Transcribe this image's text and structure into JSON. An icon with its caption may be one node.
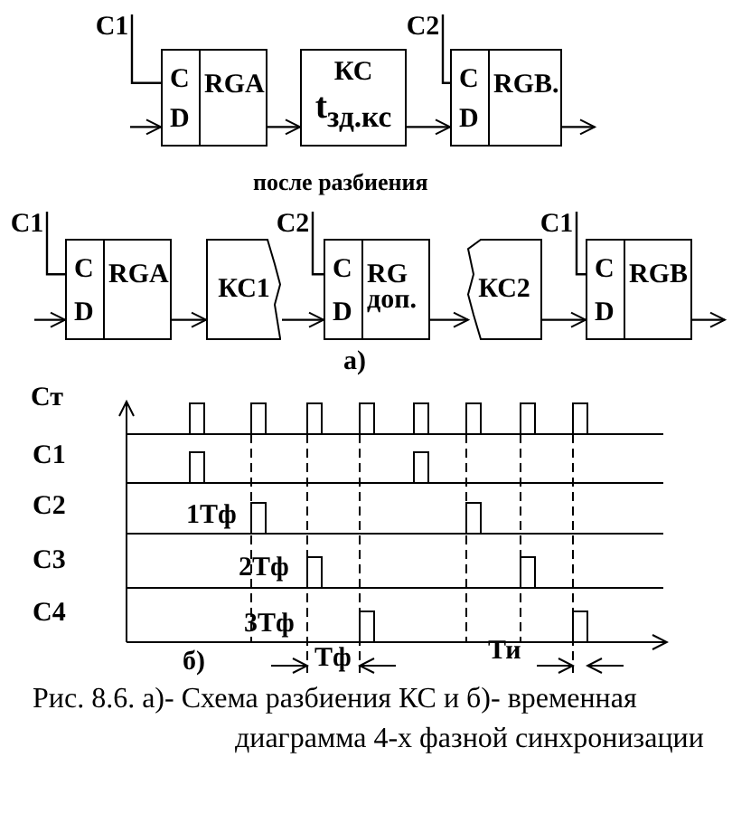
{
  "diagram": {
    "caption": "Рис. 8.6. а)- Схема разбиения КС и б)- временная диаграмма 4-х фазной синхронизации",
    "nodes": [
      {
        "text": [
          "C",
          "D",
          "RGA"
        ]
      },
      {
        "text": [
          "КС",
          "t$_{зд.кс}$"
        ]
      },
      {
        "text": [
          "C",
          "D",
          "RGB."
        ]
      },
      {
        "text": [
          "C1"
        ]
      },
      {
        "text": [
          "C2"
        ]
      },
      {
        "text": [
          "C1"
        ]
      },
      {
        "text": [
          "C",
          "D",
          "RGA"
        ]
      },
      {
        "text": [
          "КС1"
        ]
      },
      {
        "text": [
          "C2"
        ]
      },
      {
        "text": [
          "C",
          "D",
          "RG доп."
        ]
      },
      {
        "text": [
          "КС2"
        ]
      },
      {
        "text": [
          "C1"
        ]
      },
      {
        "text": [
          "C",
          "D",
          "RGB"
        ]
      }
    ],
    "edges": [
      {
        "from": null,
        "to": 0,
        "arrow": "to"
      },
      {
        "from": 0,
        "to": 1,
        "arrow": "to"
      },
      {
        "from": 1,
        "to": 2,
        "arrow": "to"
      },
      {
        "from": 2,
        "to": null,
        "arrow": "to"
      },
      {
        "from": 3,
        "to": 0,
        "arrow": "none"
      },
      {
        "from": 4,
        "to": 2,
        "arrow": "none"
      },
      {
        "from": null,
        "to": 6,
        "arrow": "to"
      },
      {
        "from": 6,
        "to": 7,
        "arrow": "to"
      },
      {
        "from": 7,
        "to": 9,
        "arrow": "to"
      },
      {
        "from": 9,
        "to": 10,
        "arrow": "to"
      },
      {
        "from": 10,
        "to": 12,
        "arrow": "to"
      },
      {
        "from": 12,
        "to": null,
        "arrow": "to"
      },
      {
        "from": 5,
        "to": 6,
        "arrow": "none"
      },
      {
        "from": 8,
        "to": 9,
        "arrow": "none"
      },
      {
        "from": 11,
        "to": 12,
        "arrow": "none"
      }
    ],
    "labels": [
      "после разбиения",
      "а)",
      "Ст",
      "C1",
      "C2",
      "1Тф",
      "C3",
      "2Тф",
      "C4",
      "3Тф",
      "б)",
      "Тф",
      "Ти"
    ]
  }
}
